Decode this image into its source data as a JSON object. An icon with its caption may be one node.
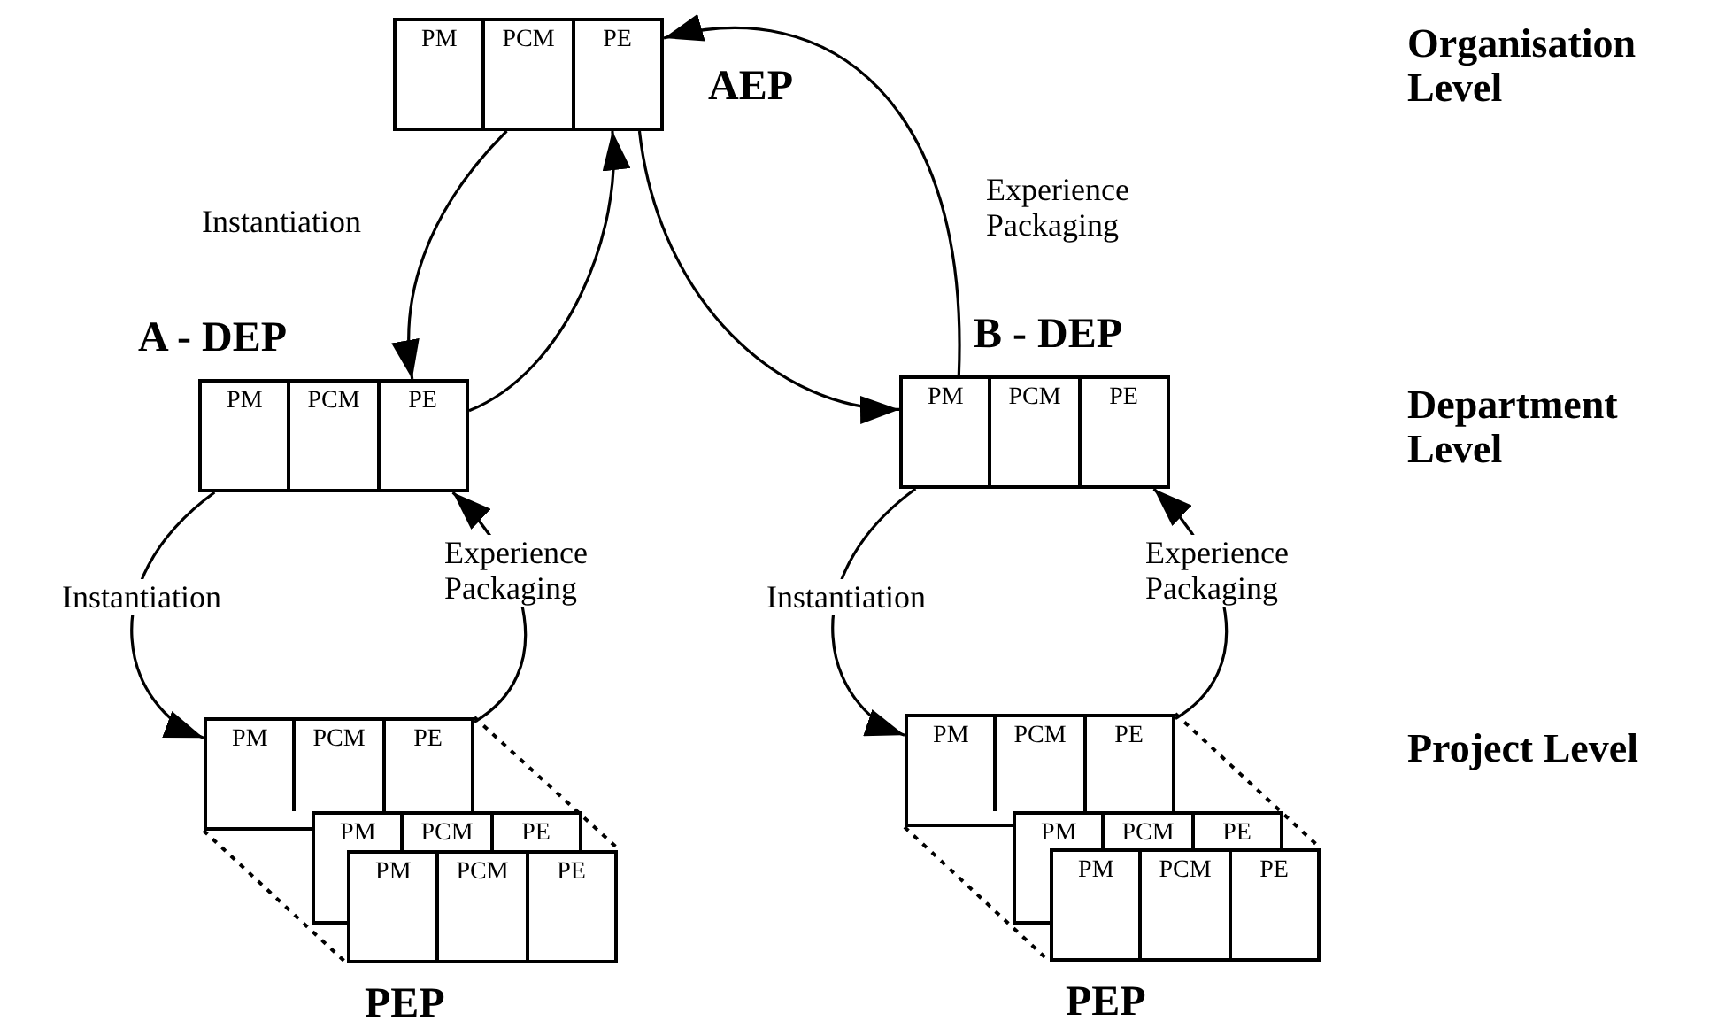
{
  "diagram": {
    "nodes": [
      {
        "text": [],
        "shape": "box",
        "beside": [
          "AEP"
        ]
      },
      {
        "text": [
          "PM"
        ],
        "in": 0
      },
      {
        "text": [
          "PCM"
        ],
        "in": 0
      },
      {
        "text": [
          "PE"
        ],
        "in": 0
      },
      {
        "text": [],
        "shape": "box",
        "beside": [
          "A - DEP"
        ]
      },
      {
        "text": [
          "PM"
        ],
        "in": 4
      },
      {
        "text": [
          "PCM"
        ],
        "in": 4
      },
      {
        "text": [
          "PE"
        ],
        "in": 4
      },
      {
        "text": [],
        "shape": "box",
        "beside": [
          "B - DEP"
        ]
      },
      {
        "text": [
          "PM"
        ],
        "in": 8
      },
      {
        "text": [
          "PCM"
        ],
        "in": 8
      },
      {
        "text": [
          "PE"
        ],
        "in": 8
      },
      {
        "text": [],
        "shape": "box"
      },
      {
        "text": [
          "PM"
        ],
        "in": 12
      },
      {
        "text": [
          "PCM"
        ],
        "in": 12
      },
      {
        "text": [
          "PE"
        ],
        "in": 12
      },
      {
        "text": [],
        "shape": "box"
      },
      {
        "text": [
          "PM"
        ],
        "in": 16
      },
      {
        "text": [
          "PCM"
        ],
        "in": 16
      },
      {
        "text": [
          "PE"
        ],
        "in": 16
      },
      {
        "text": [],
        "shape": "box",
        "beside": [
          "PEP"
        ]
      },
      {
        "text": [
          "PM"
        ],
        "in": 20
      },
      {
        "text": [
          "PCM"
        ],
        "in": 20
      },
      {
        "text": [
          "PE"
        ],
        "in": 20
      },
      {
        "text": [],
        "shape": "box"
      },
      {
        "text": [
          "PM"
        ],
        "in": 24
      },
      {
        "text": [
          "PCM"
        ],
        "in": 24
      },
      {
        "text": [
          "PE"
        ],
        "in": 24
      },
      {
        "text": [],
        "shape": "box"
      },
      {
        "text": [
          "PM"
        ],
        "in": 28
      },
      {
        "text": [
          "PCM"
        ],
        "in": 28
      },
      {
        "text": [
          "PE"
        ],
        "in": 28
      },
      {
        "text": [],
        "shape": "box",
        "beside": [
          "PEP"
        ]
      },
      {
        "text": [
          "PM"
        ],
        "in": 32
      },
      {
        "text": [
          "PCM"
        ],
        "in": 32
      },
      {
        "text": [
          "PE"
        ],
        "in": 32
      }
    ],
    "edges": [
      {
        "from": 0,
        "to": 4,
        "arrow": "to",
        "label": "Instantiation"
      },
      {
        "from": 4,
        "to": 0,
        "arrow": "to"
      },
      {
        "from": 0,
        "to": 8,
        "arrow": "to"
      },
      {
        "from": 8,
        "to": 0,
        "arrow": "to",
        "label": "Experience Packaging"
      },
      {
        "from": 4,
        "to": 12,
        "arrow": "to",
        "label": "Instantiation"
      },
      {
        "from": 12,
        "to": 4,
        "arrow": "to",
        "label": "Experience Packaging"
      },
      {
        "from": 8,
        "to": 24,
        "arrow": "to",
        "label": "Instantiation"
      },
      {
        "from": 24,
        "to": 8,
        "arrow": "to",
        "label": "Experience Packaging"
      }
    ],
    "labels": [
      "Organisation Level",
      "Department Level",
      "Project Level"
    ]
  }
}
